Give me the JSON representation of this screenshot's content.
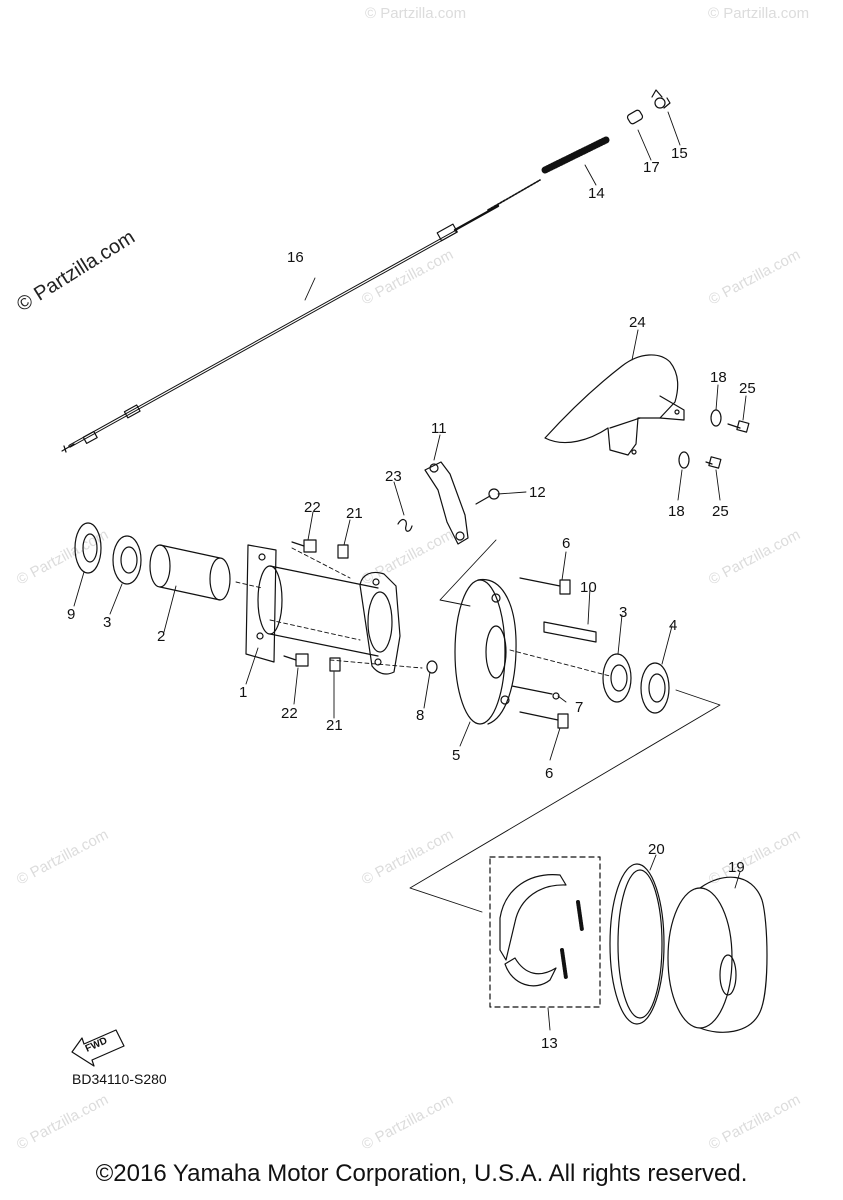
{
  "watermark": {
    "main": "© Partzilla.com",
    "faint": "© Partzilla.com"
  },
  "diagram": {
    "code": "BD34110-S280",
    "fwd": "FWD",
    "copyright": "©2016 Yamaha Motor Corporation, U.S.A. All rights reserved.",
    "callouts": {
      "c1": "1",
      "c2": "2",
      "c3a": "3",
      "c3b": "3",
      "c4": "4",
      "c5": "5",
      "c6a": "6",
      "c6b": "6",
      "c7": "7",
      "c8": "8",
      "c9": "9",
      "c10": "10",
      "c11": "11",
      "c12": "12",
      "c13": "13",
      "c14": "14",
      "c15": "15",
      "c16": "16",
      "c17": "17",
      "c18a": "18",
      "c18b": "18",
      "c19": "19",
      "c20": "20",
      "c21a": "21",
      "c21b": "21",
      "c22a": "22",
      "c22b": "22",
      "c23": "23",
      "c24": "24",
      "c25a": "25",
      "c25b": "25"
    }
  }
}
